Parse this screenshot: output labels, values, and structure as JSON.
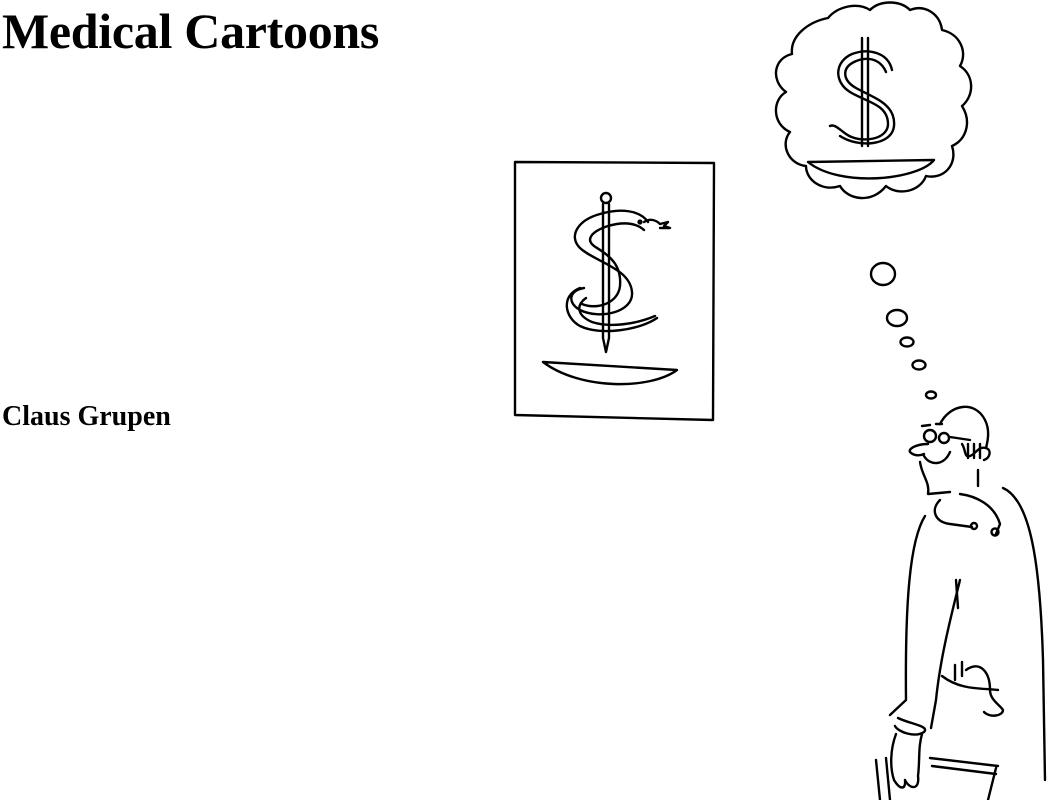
{
  "cover": {
    "title": "Medical Cartoons",
    "author": "Claus Grupen"
  },
  "illustration": {
    "framed_picture": "rod-of-asclepius-with-bowl",
    "thought_bubble": "dollar-sign-with-bowl",
    "figure": "smiling-doctor-with-stethoscope-and-bag"
  }
}
